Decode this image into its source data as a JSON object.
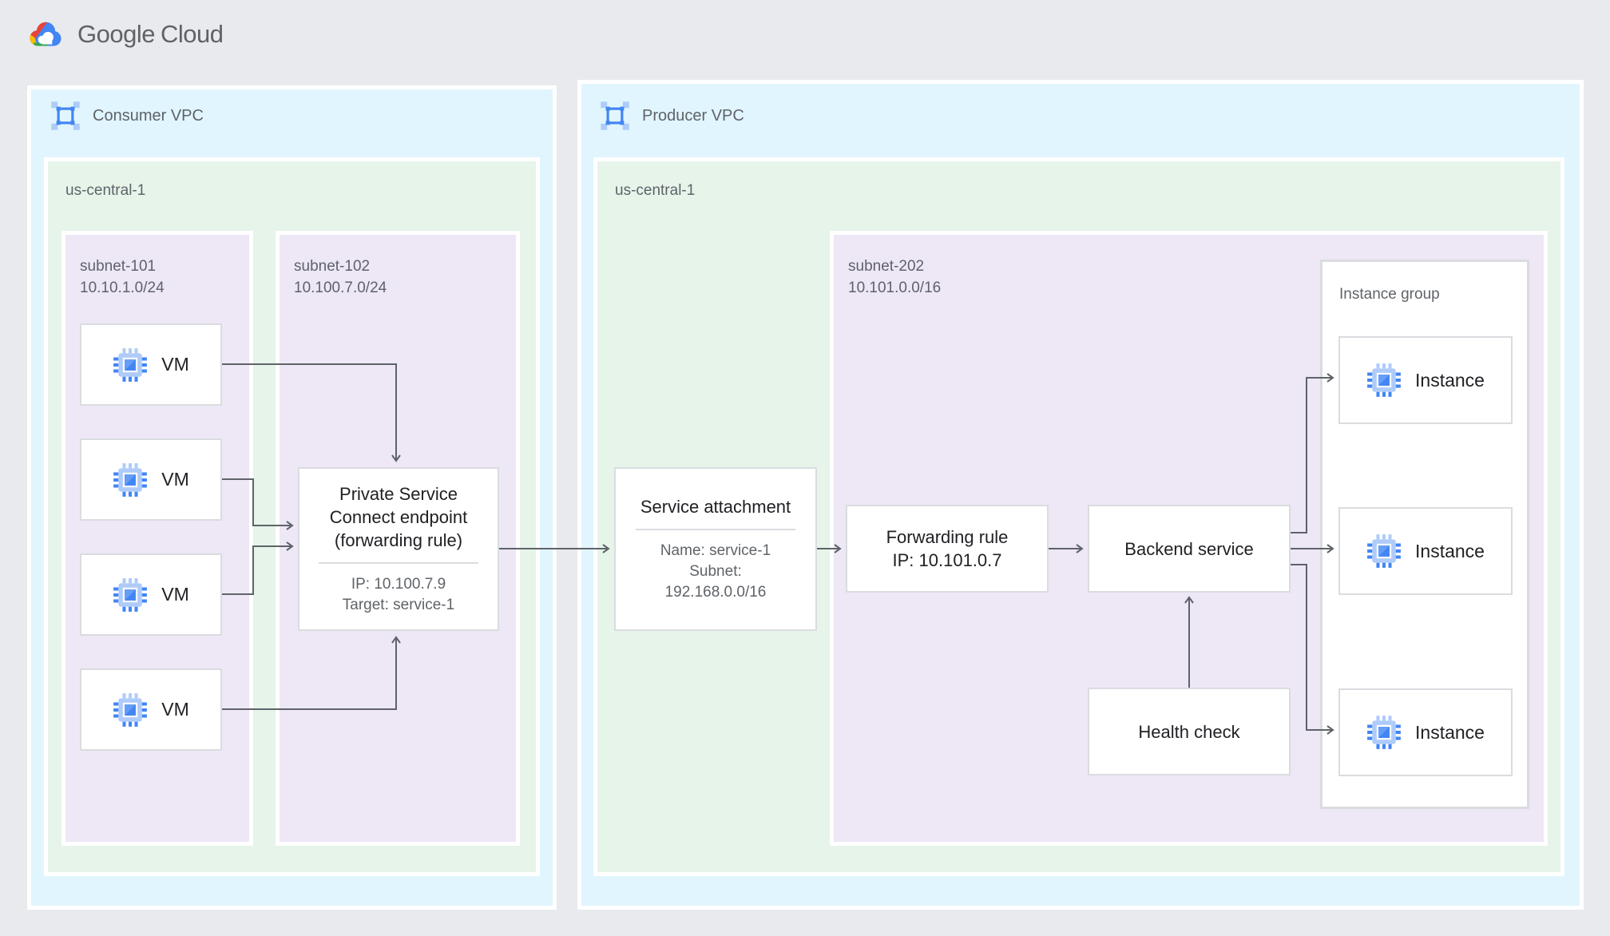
{
  "brand": {
    "google": "Google",
    "cloud": "Cloud"
  },
  "colors": {
    "background": "#e8eaed",
    "vpc_fill": "#e1f5fe",
    "region_fill": "#e6f4ea",
    "subnet_fill": "#ede7f6",
    "card_border": "#dadce0",
    "arrow": "#5f6368",
    "text_primary": "#202124",
    "text_secondary": "#5f6368",
    "icon_blue": "#4285f4",
    "icon_light_blue": "#aecbfa",
    "logo_red": "#ea4335",
    "logo_yellow": "#fbbc04",
    "logo_green": "#34a853"
  },
  "consumer": {
    "label": "Consumer VPC",
    "region": {
      "label": "us-central-1",
      "subnet101": {
        "name": "subnet-101",
        "cidr": "10.10.1.0/24",
        "vms": [
          "VM",
          "VM",
          "VM",
          "VM"
        ]
      },
      "subnet102": {
        "name": "subnet-102",
        "cidr": "10.100.7.0/24",
        "psc": {
          "title_line1": "Private Service",
          "title_line2": "Connect endpoint",
          "title_line3": "(forwarding rule)",
          "ip": "IP: 10.100.7.9",
          "target": "Target: service-1"
        }
      }
    }
  },
  "producer": {
    "label": "Producer VPC",
    "region": {
      "label": "us-central-1",
      "service_attachment": {
        "title": "Service attachment",
        "name": "Name: service-1",
        "subnet_label": "Subnet:",
        "subnet_cidr": "192.168.0.0/16"
      },
      "subnet202": {
        "name": "subnet-202",
        "cidr": "10.101.0.0/16",
        "forwarding_rule": {
          "title": "Forwarding rule",
          "ip": "IP: 10.101.0.7"
        },
        "backend_service": {
          "title": "Backend service"
        },
        "health_check": {
          "title": "Health check"
        },
        "instance_group": {
          "label": "Instance group",
          "instances": [
            "Instance",
            "Instance",
            "Instance"
          ]
        }
      }
    }
  }
}
